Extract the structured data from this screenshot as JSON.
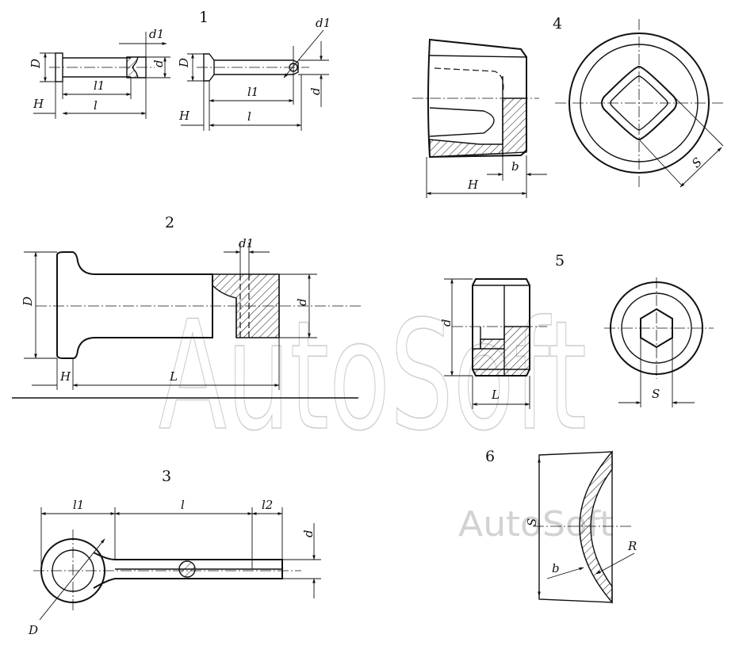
{
  "figures": {
    "fig1": {
      "number": "1",
      "labels": {
        "D_left": "D",
        "d1_left": "d1",
        "d_left": "d",
        "l1_left": "l1",
        "l_left": "l",
        "H_left": "H",
        "D_right": "D",
        "d1_right": "d1",
        "d_right": "d",
        "l1_right": "l1",
        "l_right": "l",
        "H_right": "H"
      }
    },
    "fig2": {
      "number": "2",
      "labels": {
        "D": "D",
        "d1": "d1",
        "d": "d",
        "H": "H",
        "L": "L"
      }
    },
    "fig3": {
      "number": "3",
      "labels": {
        "l1": "l1",
        "l": "l",
        "l2": "l2",
        "d": "d",
        "D": "D"
      }
    },
    "fig4": {
      "number": "4",
      "labels": {
        "b": "b",
        "H": "H",
        "S": "S"
      }
    },
    "fig5": {
      "number": "5",
      "labels": {
        "d": "d",
        "L": "L",
        "S": "S"
      }
    },
    "fig6": {
      "number": "6",
      "labels": {
        "S": "S",
        "b": "b",
        "R": "R"
      }
    }
  },
  "watermark": {
    "large": "AutoSoft",
    "small": "AutoSoft"
  }
}
